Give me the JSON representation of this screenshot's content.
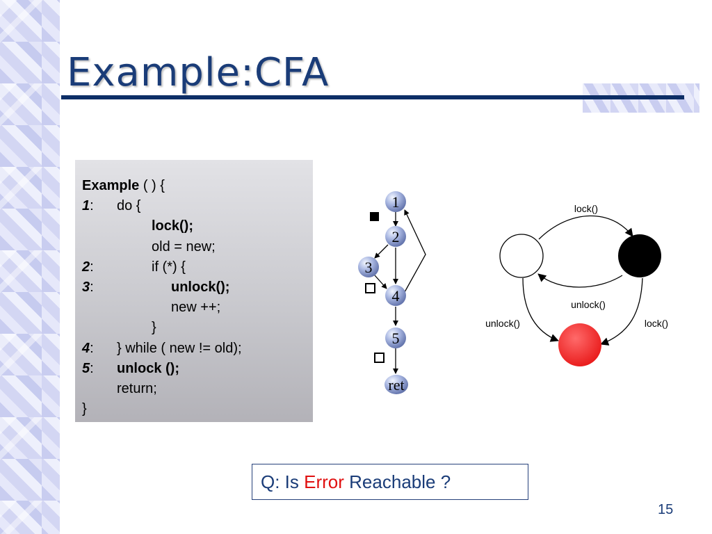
{
  "slide": {
    "title": "Example:CFA",
    "page_number": "15"
  },
  "code": {
    "lines": [
      {
        "num": "",
        "parts": [
          {
            "text": "Example",
            "bold": true
          },
          {
            "text": " ( ) {",
            "bold": false
          }
        ],
        "indent": 0
      },
      {
        "num": "1",
        "parts": [
          {
            "text": "do {",
            "bold": false
          }
        ],
        "indent": 1
      },
      {
        "num": "",
        "parts": [
          {
            "text": "lock();",
            "bold": true
          }
        ],
        "indent": 2
      },
      {
        "num": "",
        "parts": [
          {
            "text": "old = new;",
            "bold": false
          }
        ],
        "indent": 2
      },
      {
        "num": "2",
        "parts": [
          {
            "text": "if (*) {",
            "bold": false
          }
        ],
        "indent": 2
      },
      {
        "num": "3",
        "parts": [
          {
            "text": "unlock();",
            "bold": true
          }
        ],
        "indent": 3
      },
      {
        "num": "",
        "parts": [
          {
            "text": "new ++;",
            "bold": false
          }
        ],
        "indent": 3
      },
      {
        "num": "",
        "parts": [
          {
            "text": "}",
            "bold": false
          }
        ],
        "indent": 2
      },
      {
        "num": "4",
        "parts": [
          {
            "text": "} while ( new != old);",
            "bold": false
          }
        ],
        "indent": 1
      },
      {
        "num": "5",
        "parts": [
          {
            "text": "unlock ();",
            "bold": true
          }
        ],
        "indent": 1
      },
      {
        "num": "",
        "parts": [
          {
            "text": "return;",
            "bold": false
          }
        ],
        "indent": 1
      },
      {
        "num": "",
        "parts": [
          {
            "text": "}",
            "bold": false
          }
        ],
        "indent": 0
      }
    ]
  },
  "cfa": {
    "nodes": [
      {
        "id": "n1",
        "label": "1"
      },
      {
        "id": "n2",
        "label": "2"
      },
      {
        "id": "n3",
        "label": "3"
      },
      {
        "id": "n4",
        "label": "4"
      },
      {
        "id": "n5",
        "label": "5"
      },
      {
        "id": "ret",
        "label": "ret"
      }
    ],
    "edges": [
      {
        "from": "n1",
        "to": "n2",
        "marker": "filled-square"
      },
      {
        "from": "n2",
        "to": "n3",
        "marker": ""
      },
      {
        "from": "n2",
        "to": "n4",
        "marker": ""
      },
      {
        "from": "n3",
        "to": "n4",
        "marker": "hollow-square"
      },
      {
        "from": "n4",
        "to": "n1",
        "marker": ""
      },
      {
        "from": "n4",
        "to": "n5",
        "marker": ""
      },
      {
        "from": "n5",
        "to": "ret",
        "marker": "hollow-square"
      }
    ]
  },
  "automaton": {
    "states": [
      {
        "id": "unlocked",
        "fill": "#ffffff"
      },
      {
        "id": "locked",
        "fill": "#000000"
      },
      {
        "id": "error",
        "fill": "#f02020"
      }
    ],
    "transitions": [
      {
        "from": "unlocked",
        "to": "locked",
        "label": "lock()"
      },
      {
        "from": "locked",
        "to": "unlocked",
        "label": "unlock()"
      },
      {
        "from": "unlocked",
        "to": "error",
        "label": "unlock()"
      },
      {
        "from": "locked",
        "to": "error",
        "label": "lock()"
      }
    ]
  },
  "question": {
    "prefix": "Q: Is",
    "highlight": "Error",
    "suffix": "Reachable ?",
    "highlight_color": "#e01010"
  }
}
